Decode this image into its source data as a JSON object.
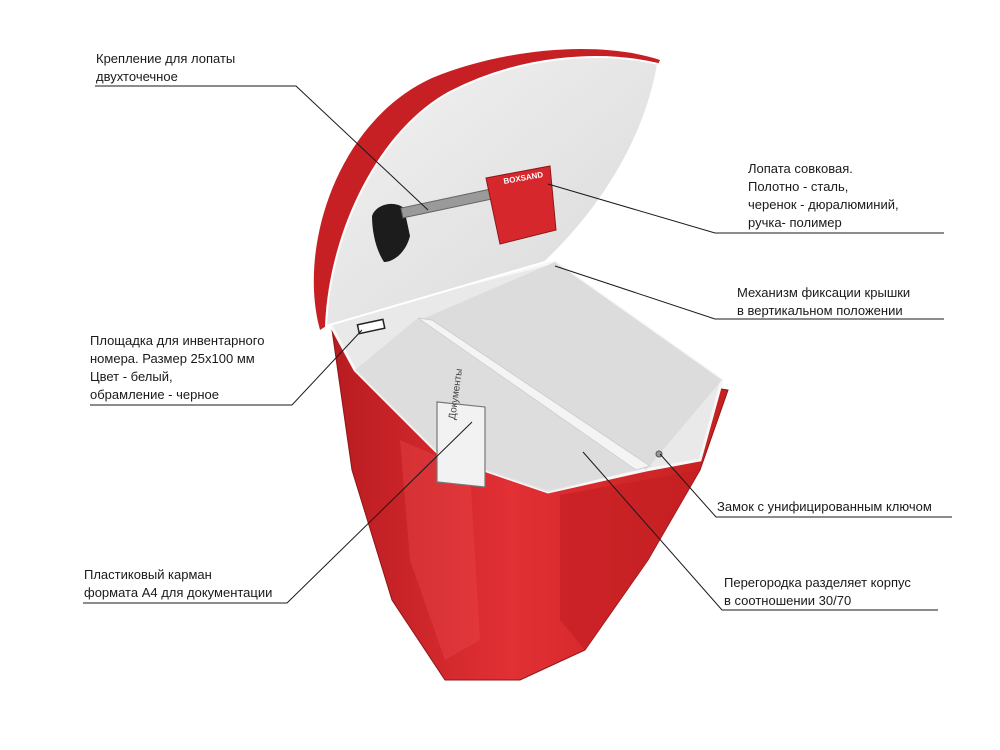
{
  "callouts": [
    {
      "id": "shovel-mount",
      "lines": [
        "Крепление для лопаты",
        "двухточечное"
      ]
    },
    {
      "id": "shovel",
      "lines": [
        "Лопата совковая.",
        "Полотно - сталь,",
        "черенок - дюралюминий,",
        "ручка- полимер"
      ]
    },
    {
      "id": "lid-lock-mechanism",
      "lines": [
        "Механизм фиксации крышки",
        "в вертикальном положении"
      ]
    },
    {
      "id": "inventory-plate",
      "lines": [
        "Площадка для инвентарного",
        "номера. Размер 25х100 мм",
        "Цвет - белый,",
        "обрамление - черное"
      ]
    },
    {
      "id": "key-lock",
      "lines": [
        "Замок с унифицированным ключом"
      ]
    },
    {
      "id": "document-pocket",
      "lines": [
        "Пластиковый карман",
        "формата А4 для документации"
      ]
    },
    {
      "id": "partition",
      "lines": [
        "Перегородка разделяет корпус",
        "в соотношении 30/70"
      ]
    }
  ],
  "product": {
    "shovel_brand": "BOXSAND",
    "pocket_text": "Документы"
  },
  "colors": {
    "body_red": "#d9282c",
    "body_red_dark": "#a8171b",
    "interior": "#e6e6e6",
    "leader_line": "#1a1a1a"
  }
}
